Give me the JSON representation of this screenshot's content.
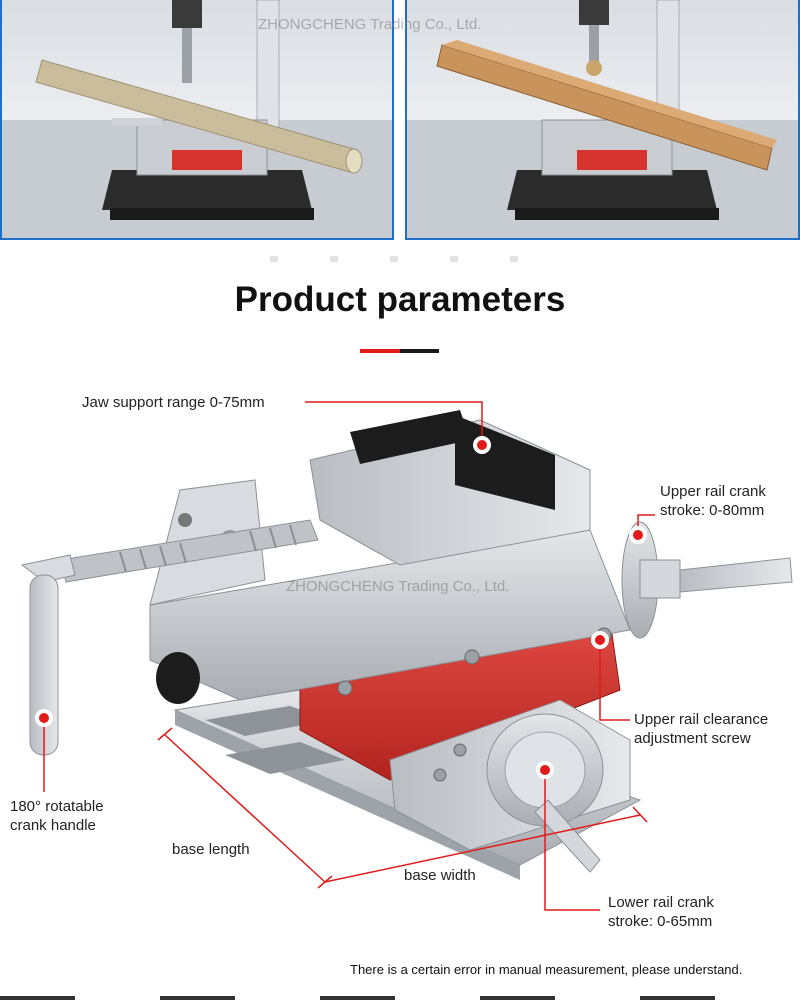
{
  "watermark": "ZHONGCHENG Trading Co., Ltd.",
  "heading": "Product parameters",
  "labels": {
    "jaw_support": "Jaw support range 0-75mm",
    "upper_crank_line1": "Upper rail crank",
    "upper_crank_line2": "stroke: 0-80mm",
    "clearance_line1": "Upper rail clearance",
    "clearance_line2": "adjustment screw",
    "rotatable_line1": "180° rotatable",
    "rotatable_line2": "crank handle",
    "base_length": "base length",
    "base_width": "base width",
    "lower_crank_line1": "Lower rail crank",
    "lower_crank_line2": "stroke: 0-65mm"
  },
  "footnote": "There is a certain error in manual measurement, please understand.",
  "colors": {
    "accent_red": "#e11a1a",
    "panel_border": "#1f6fc8",
    "vise_silver": "#c9ccd1",
    "vise_red": "#d6332e",
    "jaw_black": "#1c1c1c"
  },
  "icons": {
    "marker": "red-dot-marker-icon"
  }
}
